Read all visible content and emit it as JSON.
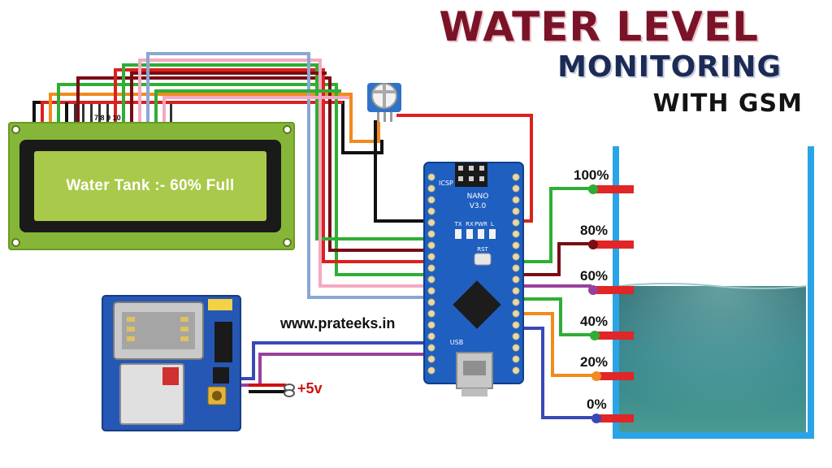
{
  "title": {
    "line1": "WATER LEVEL",
    "line2": "MONITORING",
    "line3": "WITH GSM"
  },
  "lcd": {
    "display_text": "Water Tank :- 60% Full",
    "pin_labels": [
      "7",
      "8",
      "9",
      "10"
    ]
  },
  "website": "www.prateeks.in",
  "power_label": "+5v",
  "tank": {
    "levels": [
      "100%",
      "80%",
      "60%",
      "40%",
      "20%",
      "0%"
    ],
    "water_fill_fraction": 0.6
  },
  "arduino": {
    "board_name": "NANO",
    "version": "V3.0",
    "led_labels": [
      "TX",
      "RX",
      "PWR",
      "L"
    ],
    "rst_label": "RST",
    "usb_label": "USB",
    "icsp_label": "ICSP"
  },
  "colors": {
    "wire_red": "#d9231e",
    "wire_green": "#2fae35",
    "wire_darkred": "#7a0c14",
    "wire_black": "#111111",
    "wire_orange": "#f28a1e",
    "wire_pink": "#f4a9c3",
    "wire_lightblue": "#8aa6d4",
    "wire_purple": "#9a3f9e",
    "wire_blue": "#3a48b5",
    "arduino_board": "#1f5fc0",
    "lcd_board": "#86b637",
    "tank_wall": "#2aa4e6",
    "water": "#1f6b73"
  }
}
